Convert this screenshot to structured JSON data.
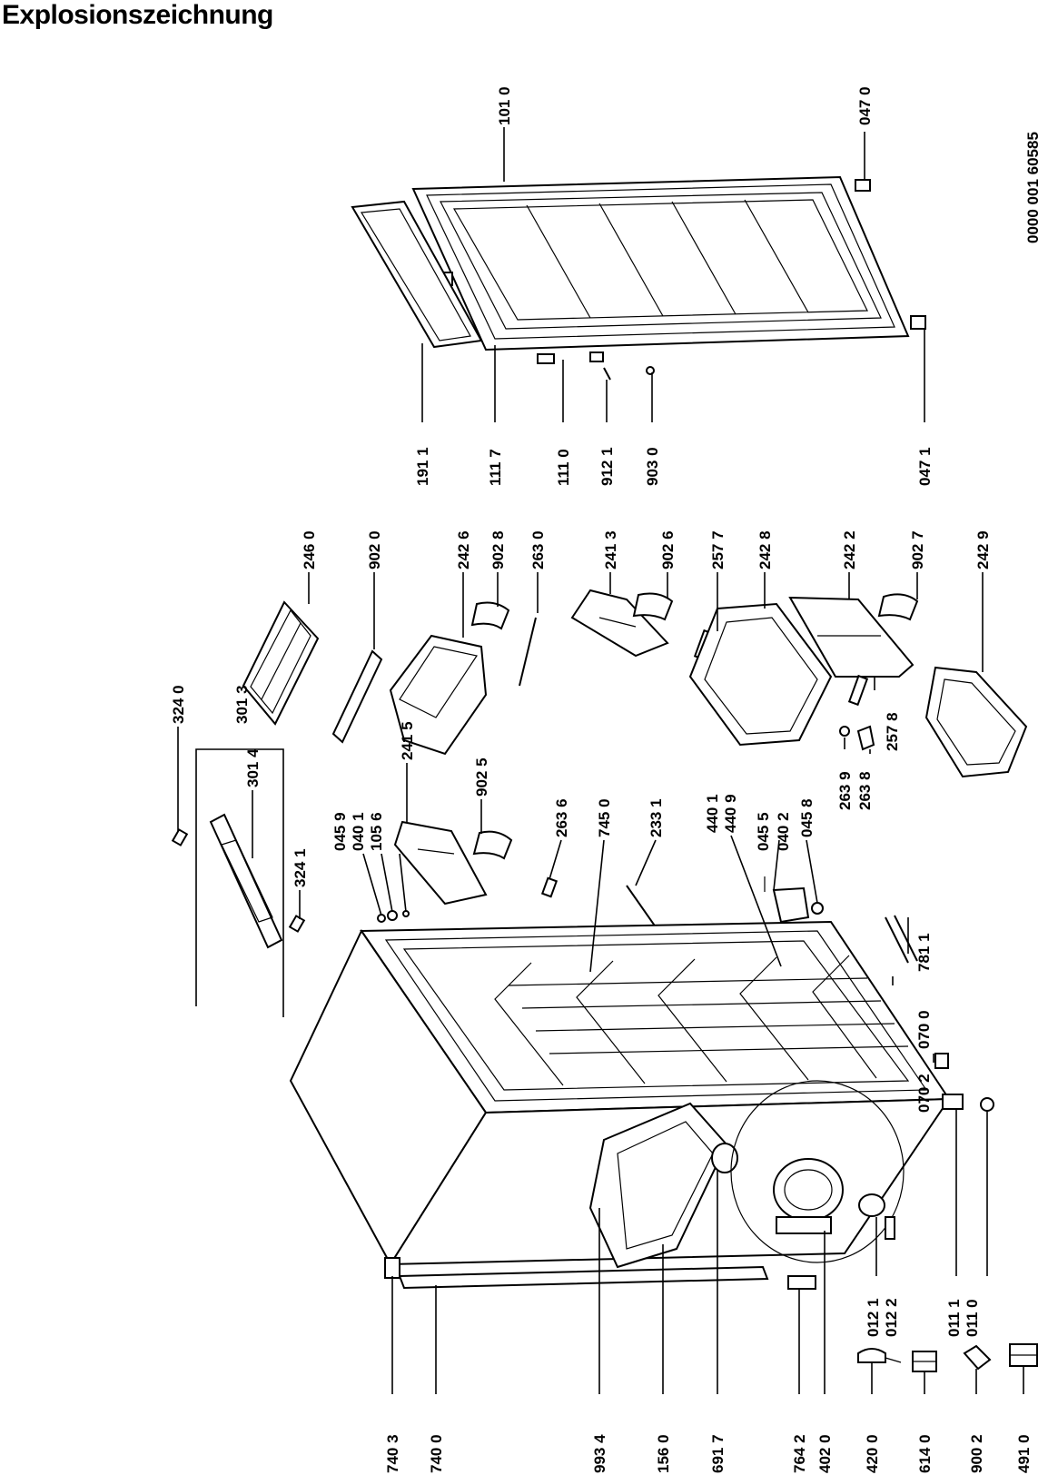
{
  "title": "Explosionszeichnung",
  "document_number": "0000 001 60585",
  "part_labels": {
    "p1010": "101 0",
    "p0470": "047 0",
    "p1911": "191 1",
    "p1117": "111 7",
    "p1110": "111 0",
    "p9121": "912 1",
    "p9030": "903 0",
    "p0471": "047 1",
    "p2460": "246 0",
    "p9020": "902 0",
    "p2426": "242 6",
    "p9028": "902 8",
    "p2630": "263 0",
    "p2413": "241 3",
    "p9026": "902 6",
    "p2577": "257 7",
    "p2428": "242 8",
    "p2422": "242 2",
    "p9027": "902 7",
    "p2429": "242 9",
    "p3240": "324 0",
    "p3013": "301 3",
    "p3014": "301 4",
    "p3241": "324 1",
    "p0459": "045 9",
    "p0401": "040 1",
    "p1056": "105 6",
    "p2415": "241 5",
    "p9025": "902 5",
    "p2636": "263 6",
    "p7450": "745 0",
    "p2331": "233 1",
    "p4401": "440 1",
    "p4409": "440 9",
    "p0455": "045 5",
    "p0402": "040 2",
    "p0458": "045 8",
    "p2639": "263 9",
    "p2638": "263 8",
    "p2578": "257 8",
    "p7811": "781 1",
    "p0700": "070 0",
    "p0702": "070 2",
    "p0121": "012 1",
    "p0122": "012 2",
    "p0111": "011 1",
    "p0110": "011 0",
    "p7403": "740 3",
    "p7400": "740 0",
    "p9934": "993 4",
    "p1560": "156 0",
    "p6917": "691 7",
    "p7642": "764 2",
    "p4020": "402 0",
    "p4200": "420 0",
    "p6140": "614 0",
    "p9002": "900 2",
    "p4910": "491 0"
  }
}
